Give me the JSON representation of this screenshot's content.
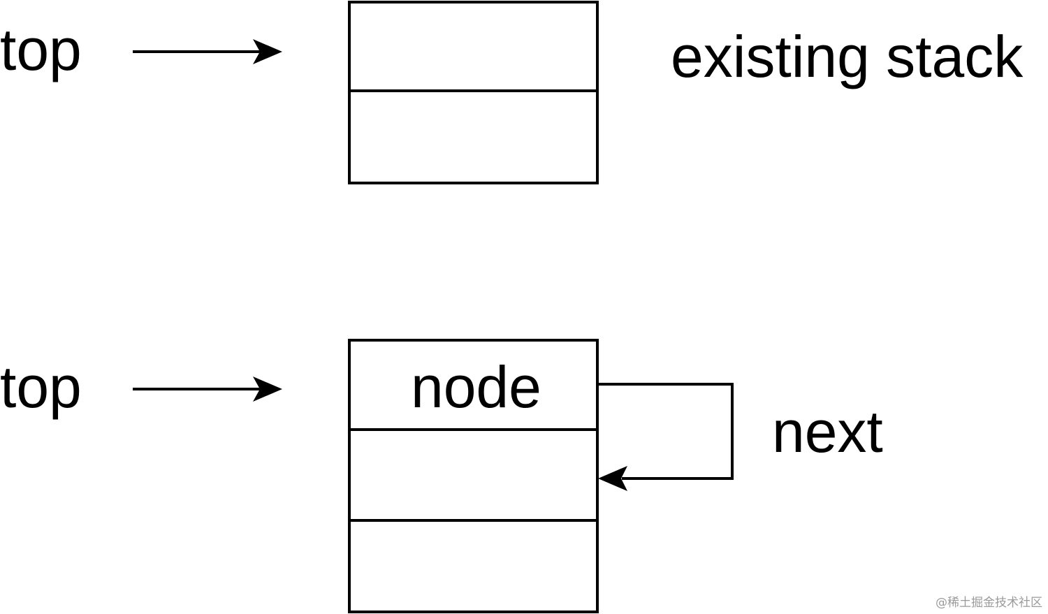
{
  "diagram": {
    "top_state": {
      "pointer_label": "top",
      "stack_caption": "existing stack"
    },
    "bottom_state": {
      "pointer_label": "top",
      "node_label": "node",
      "next_label": "next"
    }
  },
  "watermark": "@稀土掘金技术社区",
  "colors": {
    "ink": "#000000",
    "background": "#ffffff",
    "watermark": "#9a9a9a"
  }
}
